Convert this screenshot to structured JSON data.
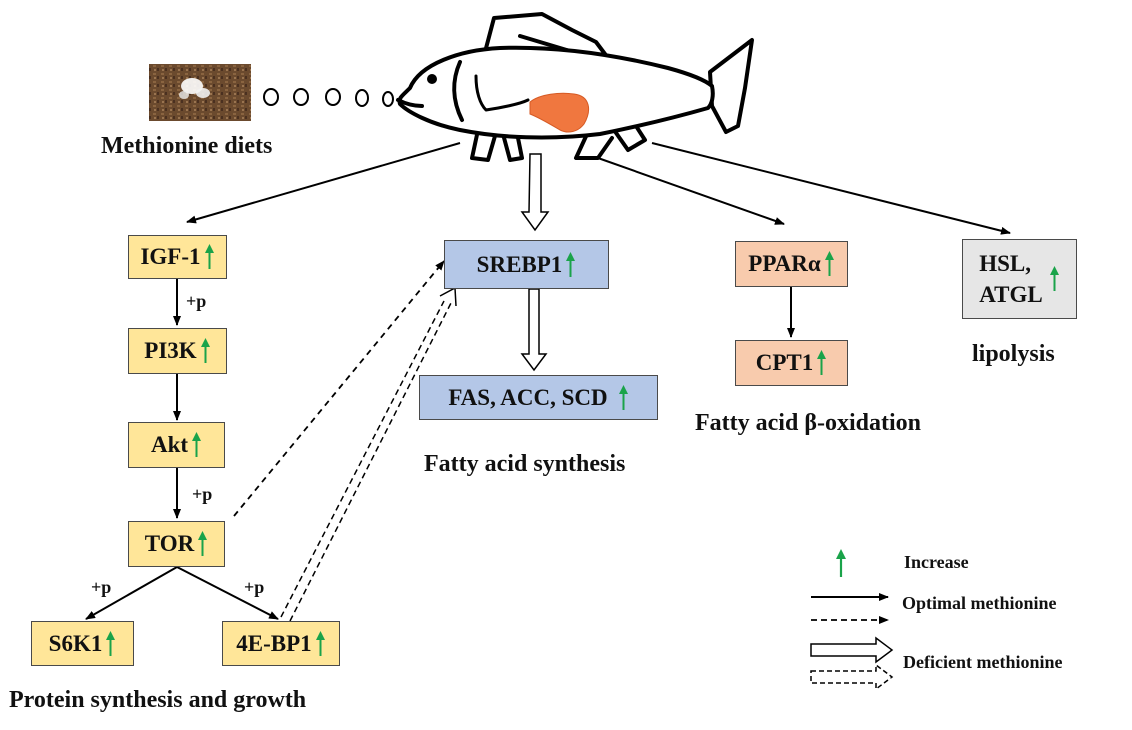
{
  "diet_label": "Methionine diets",
  "nodes": {
    "igf1": "IGF-1",
    "pi3k": "PI3K",
    "akt": "Akt",
    "tor": "TOR",
    "s6k1": "S6K1",
    "eb4p1": "4E-BP1",
    "srebp1": "SREBP1",
    "fas_acc_scd": "FAS, ACC, SCD",
    "ppara": "PPARα",
    "cpt1": "CPT1",
    "hsl": "HSL,",
    "atgl": "ATGL"
  },
  "phospho_label": "+p",
  "captions": {
    "protein": "Protein synthesis and growth",
    "fa_synthesis": "Fatty acid synthesis",
    "fa_oxidation": "Fatty acid β-oxidation",
    "lipolysis": "lipolysis"
  },
  "legend": {
    "increase": "Increase",
    "optimal": "Optimal methionine",
    "deficient": "Deficient methionine"
  },
  "colors": {
    "signaling_box": "#ffe699",
    "synthesis_box": "#b4c7e7",
    "oxidation_box": "#f8cbad",
    "lipolysis_box": "#e6e6e6",
    "increase_arrow": "#1aa34a",
    "liver": "#f0773f"
  }
}
